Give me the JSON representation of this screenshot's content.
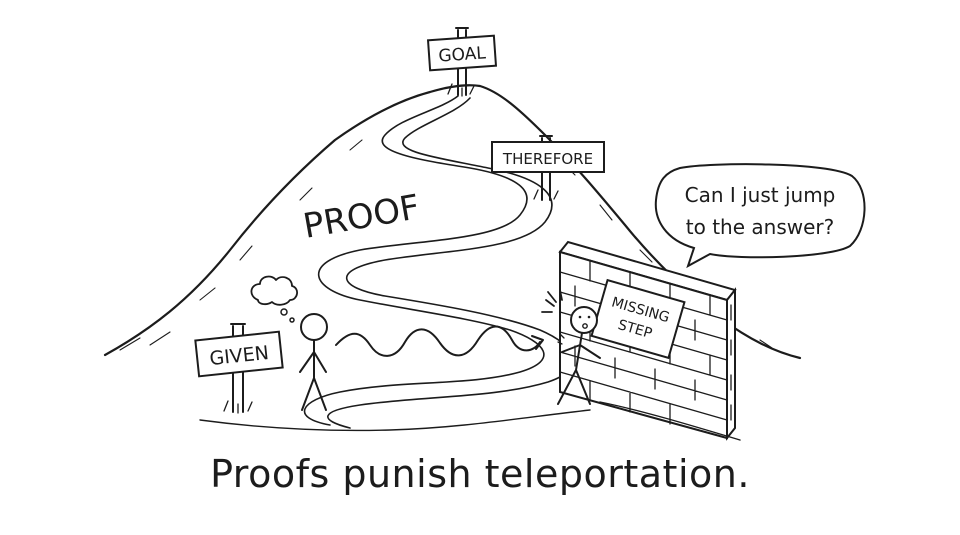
{
  "signs": {
    "goal": "GOAL",
    "therefore": "THEREFORE",
    "given": "GIVEN",
    "missing_line1": "MISSING",
    "missing_line2": "STEP"
  },
  "mountain_label": "PROOF",
  "speech_bubble": {
    "line1": "Can I just jump",
    "line2": "to the answer?"
  },
  "caption": "Proofs punish teleportation."
}
